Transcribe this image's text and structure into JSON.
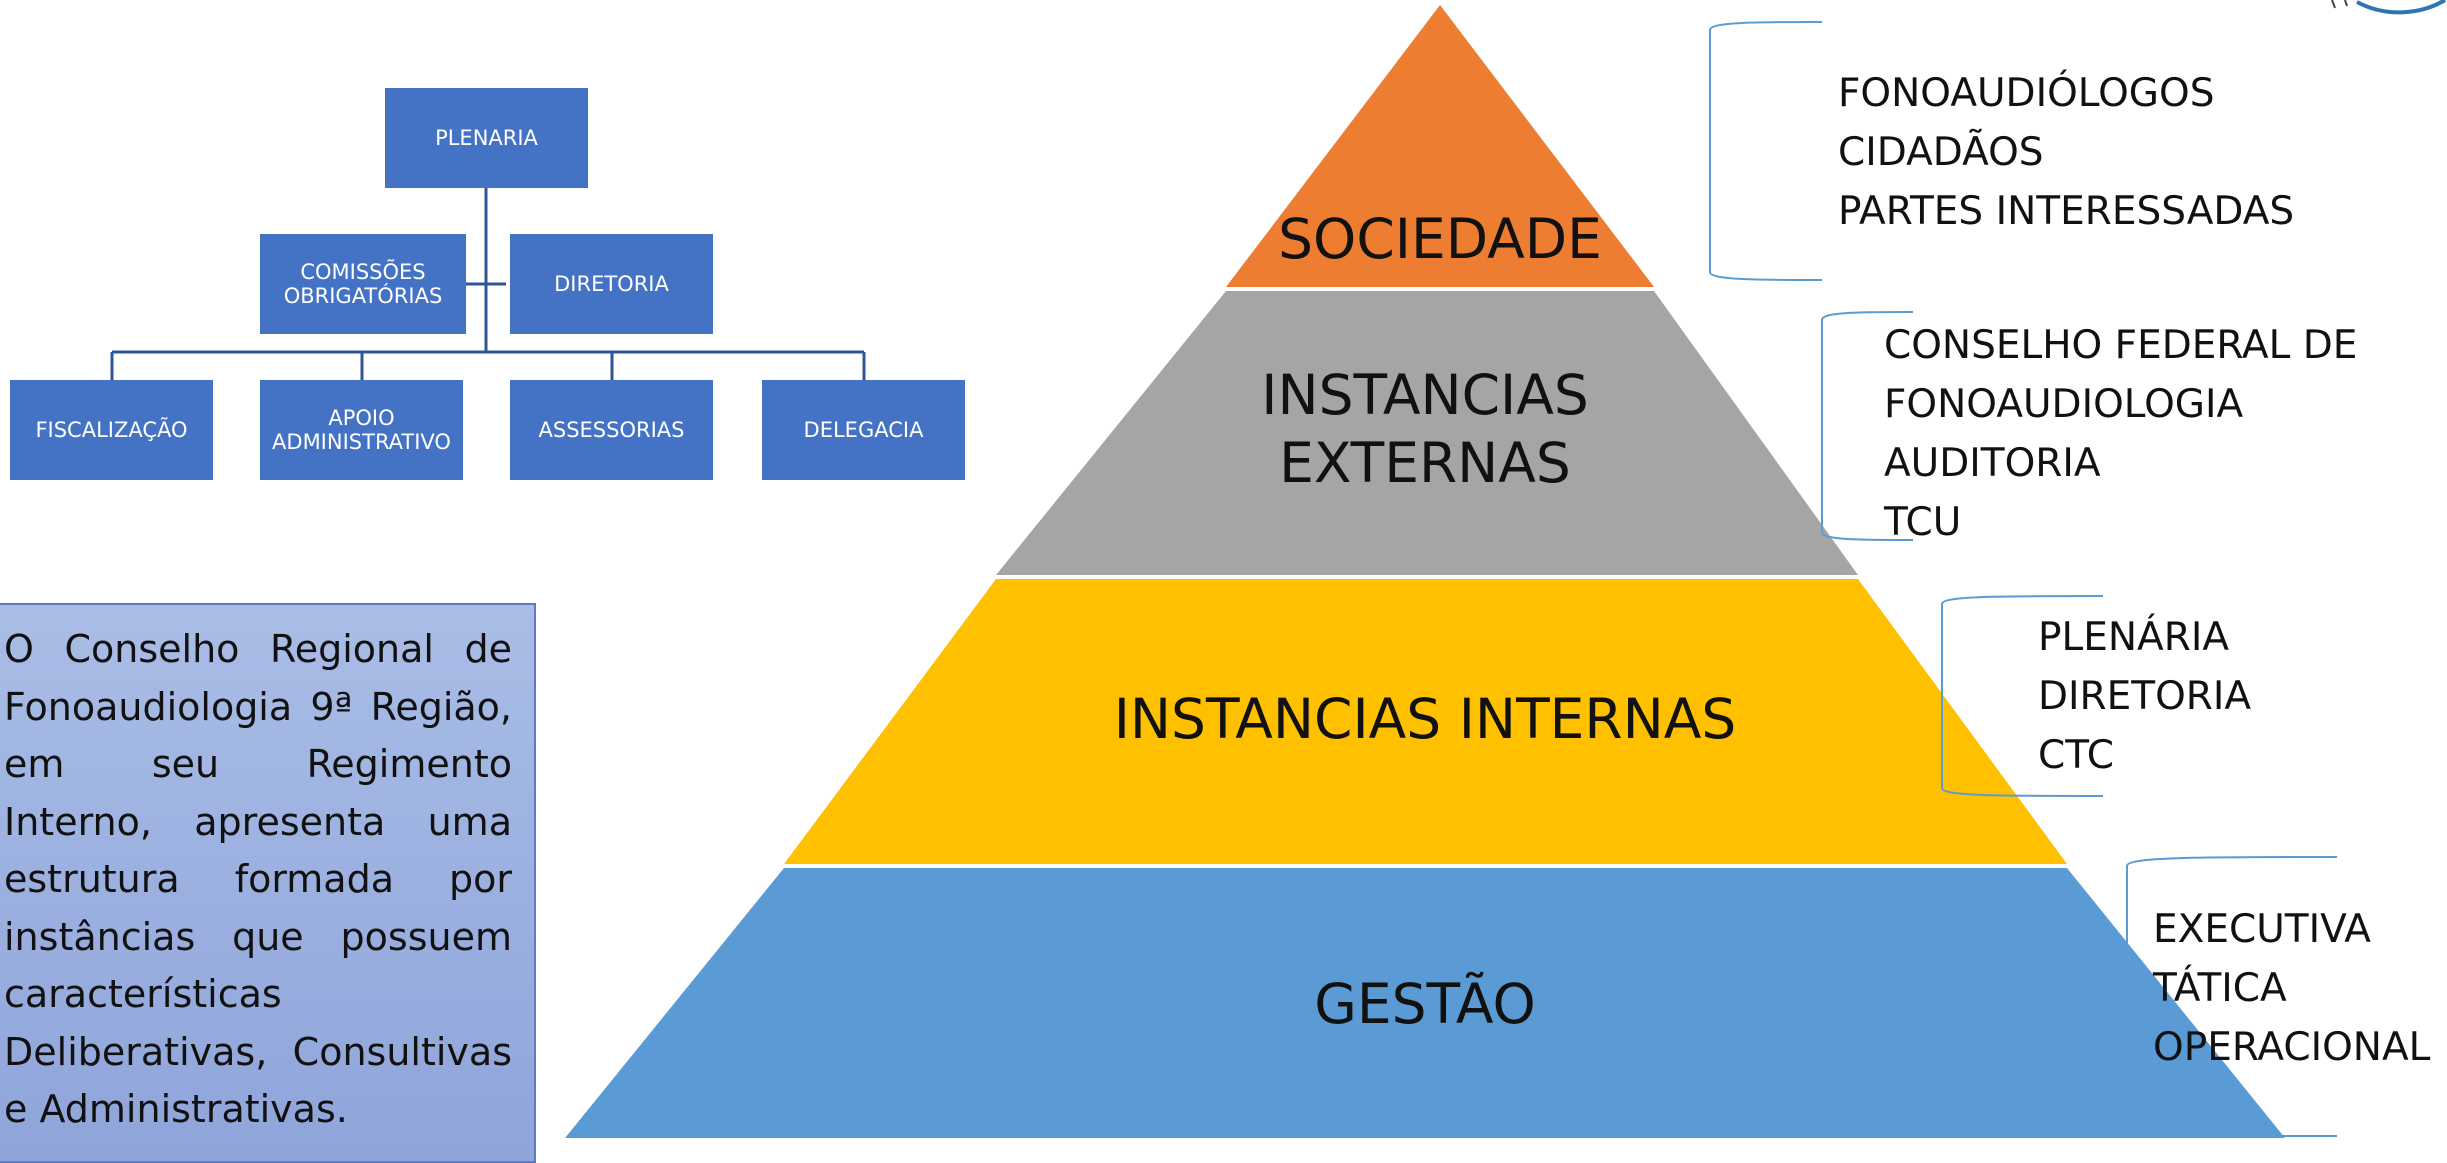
{
  "org_chart": {
    "plenaria": "PLENARIA",
    "comissoes_line1": "COMISSÕES",
    "comissoes_line2": "OBRIGATÓRIAS",
    "diretoria": "DIRETORIA",
    "fiscalizacao": "FISCALIZAÇÃO",
    "apoio_line1": "APOIO",
    "apoio_line2": "ADMINISTRATIVO",
    "assessorias": "ASSESSORIAS",
    "delegacia": "DELEGACIA"
  },
  "pyramid": {
    "layers": [
      {
        "lines": [
          "SOCIEDADE"
        ],
        "color": "#ed7d31"
      },
      {
        "lines": [
          "INSTANCIAS",
          "EXTERNAS"
        ],
        "color": "#a5a5a5"
      },
      {
        "lines": [
          "INSTANCIAS INTERNAS"
        ],
        "color": "#ffc000"
      },
      {
        "lines": [
          "GESTÃO"
        ],
        "color": "#5b9bd5"
      }
    ]
  },
  "side_lists": {
    "sociedade": [
      "FONOAUDIÓLOGOS",
      "CIDADÃOS",
      "PARTES INTERESSADAS"
    ],
    "externas": [
      "CONSELHO FEDERAL DE",
      "FONOAUDIOLOGIA",
      "AUDITORIA",
      "TCU"
    ],
    "internas": [
      "PLENÁRIA",
      "DIRETORIA",
      "CTC"
    ],
    "gestao": [
      "EXECUTIVA",
      "TÁTICA",
      "OPERACIONAL"
    ]
  },
  "description": "O Conselho Regional de Fonoaudiologia 9ª Região, em seu Regimento Interno, apresenta uma estrutura formada por instâncias que possuem características Deliberativas, Consultivas e Administrativas.",
  "colors": {
    "org_box": "#4472c4",
    "connector": "#2f5597",
    "bracket": "#5b9bd5"
  }
}
